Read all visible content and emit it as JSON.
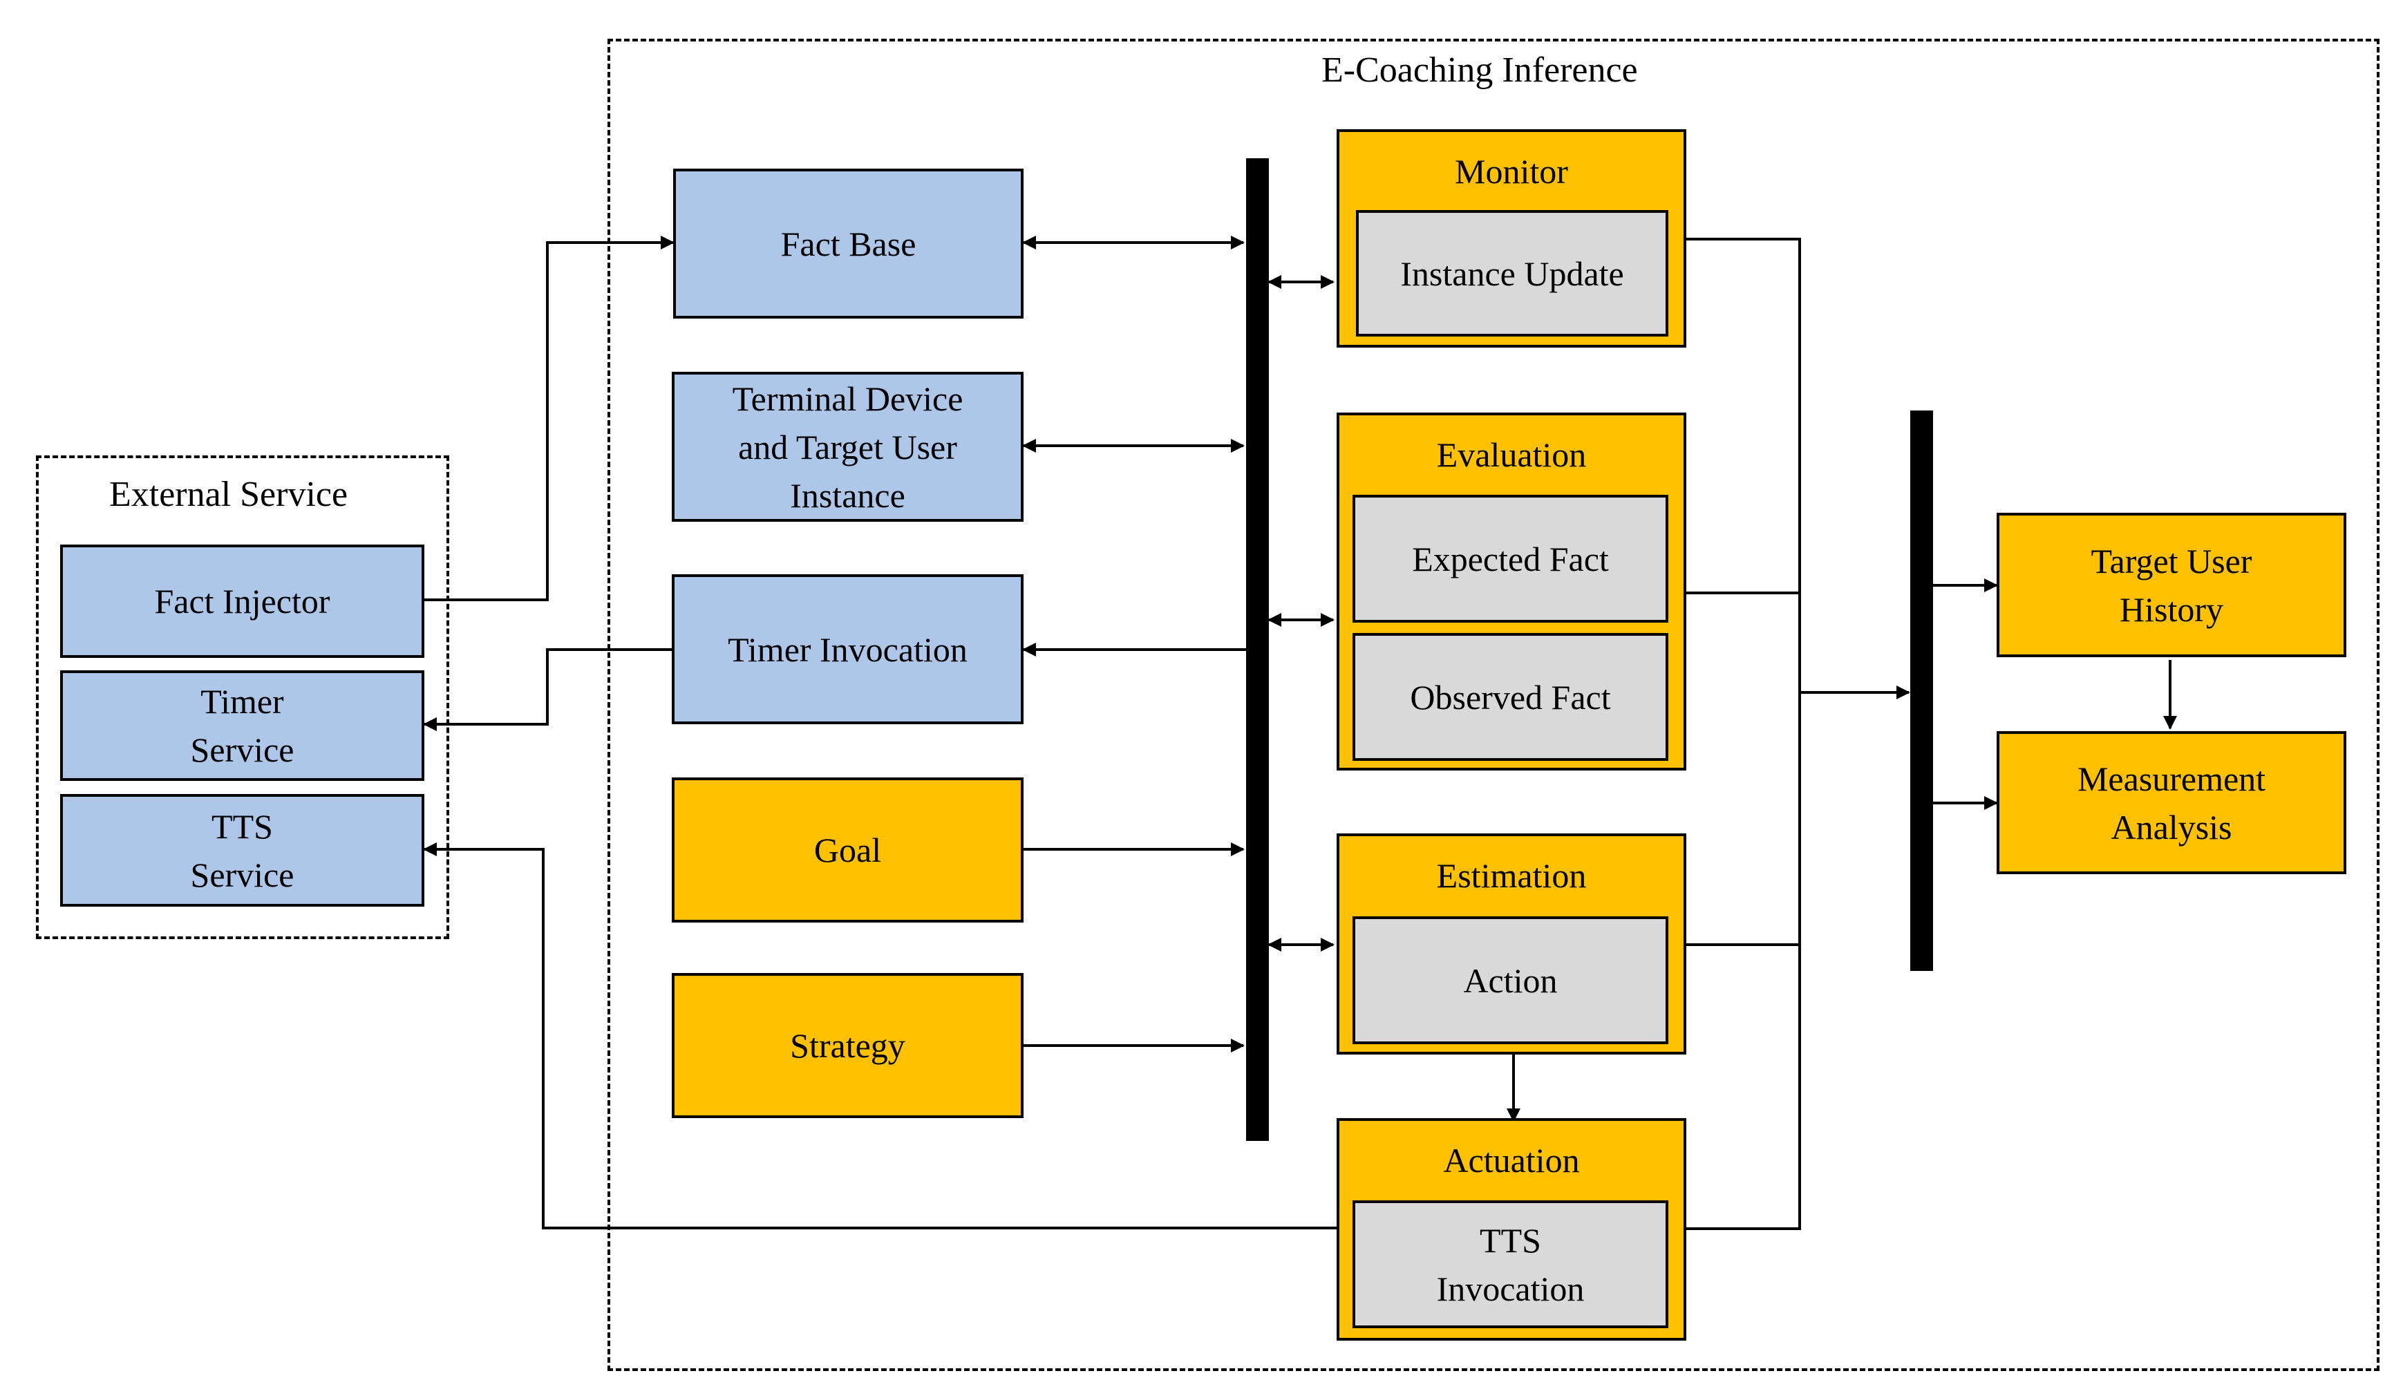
{
  "regions": {
    "inference_title": "E-Coaching  Inference",
    "external_title": "External  Service"
  },
  "external": {
    "fact_injector": "Fact Injector",
    "timer_service": "Timer\nService",
    "tts_service": "TTS\nService"
  },
  "knowledge": {
    "fact_base": "Fact Base",
    "terminal_device": "Terminal  Device\nand Target User\nInstance",
    "timer_invocation": "Timer  Invocation",
    "goal": "Goal",
    "strategy": "Strategy"
  },
  "modules": {
    "monitor": {
      "title": "Monitor",
      "inner": "Instance  Update"
    },
    "evaluation": {
      "title": "Evaluation",
      "inner1": "Expected  Fact",
      "inner2": "Observed  Fact"
    },
    "estimation": {
      "title": "Estimation",
      "inner": "Action"
    },
    "actuation": {
      "title": "Actuation",
      "inner": "TTS\nInvocation"
    }
  },
  "outputs": {
    "history": "Target  User\nHistory",
    "analysis": "Measurement\nAnalysis"
  },
  "colors": {
    "blue": "#aec6e8",
    "gold": "#ffc000",
    "grey": "#d9d9d9"
  }
}
